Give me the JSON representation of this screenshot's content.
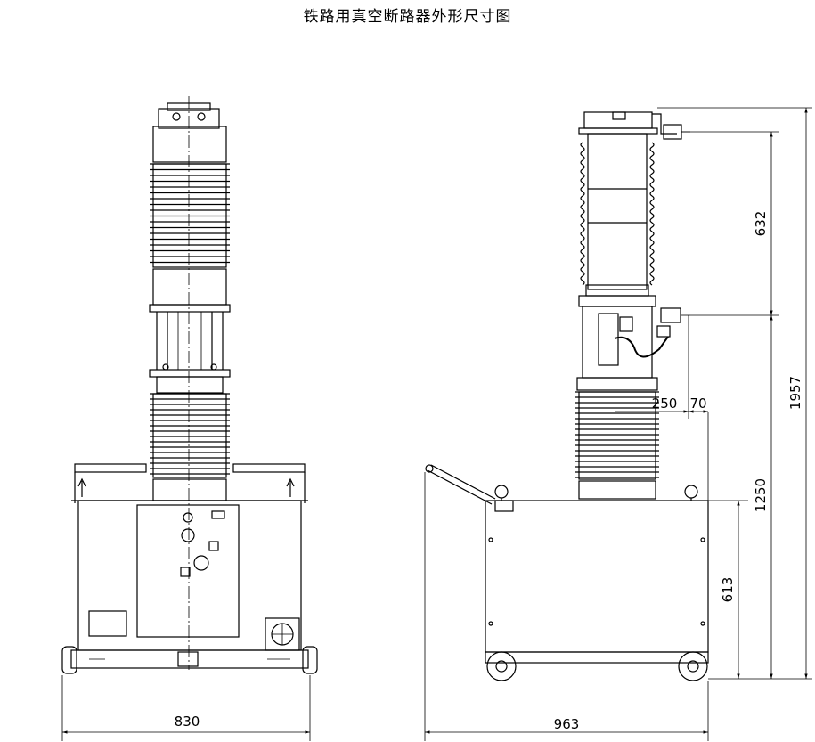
{
  "title": "铁路用真空断路器外形尺寸图",
  "dimensions": {
    "front_width": "830",
    "side_width": "963",
    "total_height": "1957",
    "height_to_top_flange": "1250",
    "box_height": "613",
    "terminal_spacing": "632",
    "terminal_offset_a": "250",
    "terminal_offset_b": "70"
  }
}
